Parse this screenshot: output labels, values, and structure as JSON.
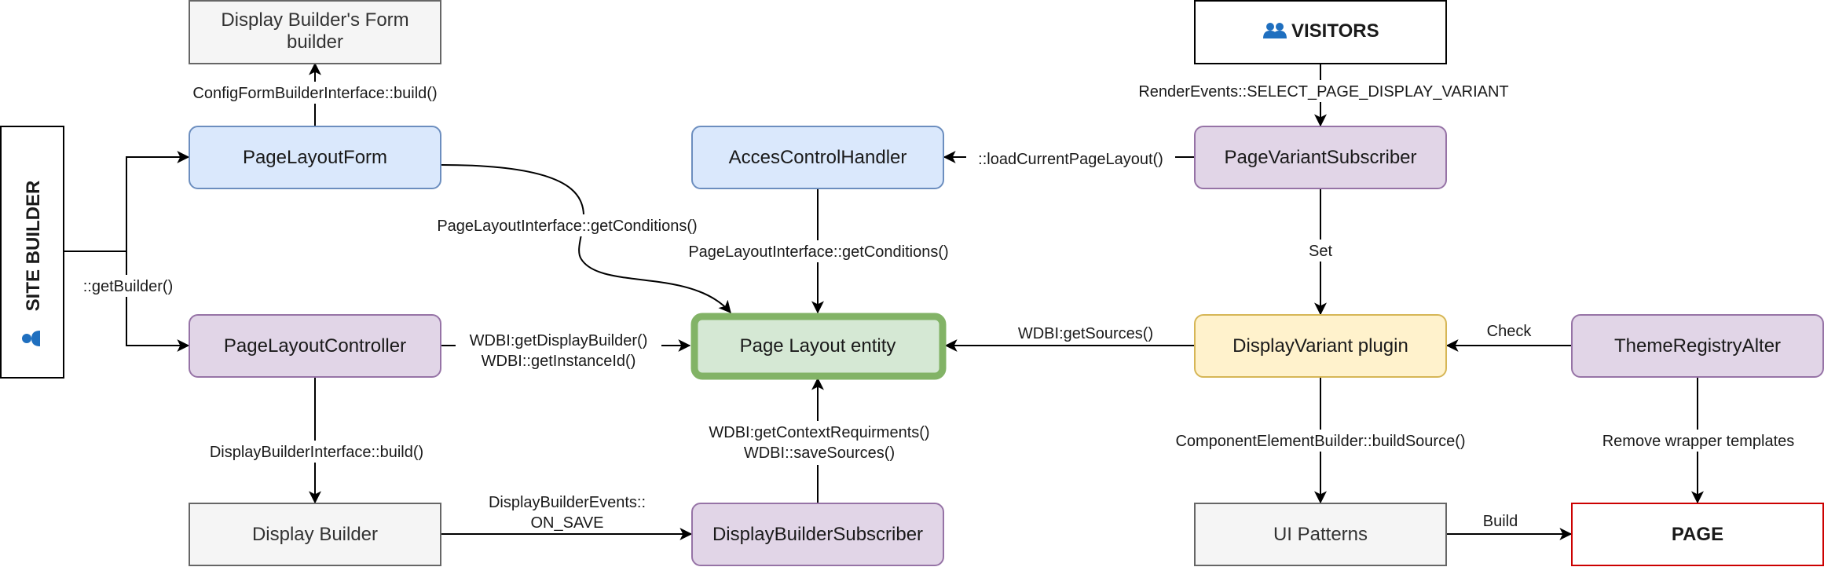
{
  "nodes": {
    "site_builder": {
      "label": "SITE BUILDER",
      "icon": "user-icon"
    },
    "form_builder": {
      "line1": "Display Builder's Form",
      "line2": "builder"
    },
    "page_layout_form": {
      "label": "PageLayoutForm"
    },
    "page_layout_controller": {
      "label": "PageLayoutController"
    },
    "display_builder": {
      "label": "Display Builder"
    },
    "access_control_handler": {
      "label": "AccesControlHandler"
    },
    "page_layout_entity": {
      "label": "Page Layout entity"
    },
    "display_builder_subscriber": {
      "label": "DisplayBuilderSubscriber"
    },
    "visitors": {
      "label": "VISITORS",
      "icon": "users-icon"
    },
    "page_variant_subscriber": {
      "label": "PageVariantSubscriber"
    },
    "display_variant_plugin": {
      "label": "DisplayVariant plugin"
    },
    "ui_patterns": {
      "label": "UI Patterns"
    },
    "theme_registry_alter": {
      "label": "ThemeRegistryAlter"
    },
    "page": {
      "label": "PAGE"
    }
  },
  "edges": {
    "config_form_build": "ConfigFormBuilderInterface::build()",
    "get_builder": "::getBuilder()",
    "get_conditions_form": "PageLayoutInterface::getConditions()",
    "get_conditions_access": "PageLayoutInterface::getConditions()",
    "wdbi_display_builder": "WDBI:getDisplayBuilder()",
    "wdbi_instance_id": "WDBI::getInstanceId()",
    "display_builder_build": "DisplayBuilderInterface::build()",
    "on_save_line1": "DisplayBuilderEvents::",
    "on_save_line2": "ON_SAVE",
    "context_requirements": "WDBI:getContextRequirments()",
    "save_sources": "WDBI::saveSources()",
    "load_current_page_layout": "::loadCurrentPageLayout()",
    "render_events": "RenderEvents::SELECT_PAGE_DISPLAY_VARIANT",
    "set": "Set",
    "get_sources": "WDBI:getSources()",
    "check": "Check",
    "build_source": "ComponentElementBuilder::buildSource()",
    "remove_wrapper": "Remove wrapper templates",
    "build": "Build"
  },
  "colors": {
    "blue_fill": "#dae8fc",
    "blue_stroke": "#6c8ebf",
    "purple_fill": "#e1d5e7",
    "purple_stroke": "#9673a6",
    "green_fill": "#d5e8d4",
    "green_stroke": "#82b366",
    "yellow_fill": "#fff2cc",
    "yellow_stroke": "#d6b656",
    "grey_fill": "#f5f5f5",
    "grey_stroke": "#666666",
    "page_stroke": "#cc0000"
  }
}
